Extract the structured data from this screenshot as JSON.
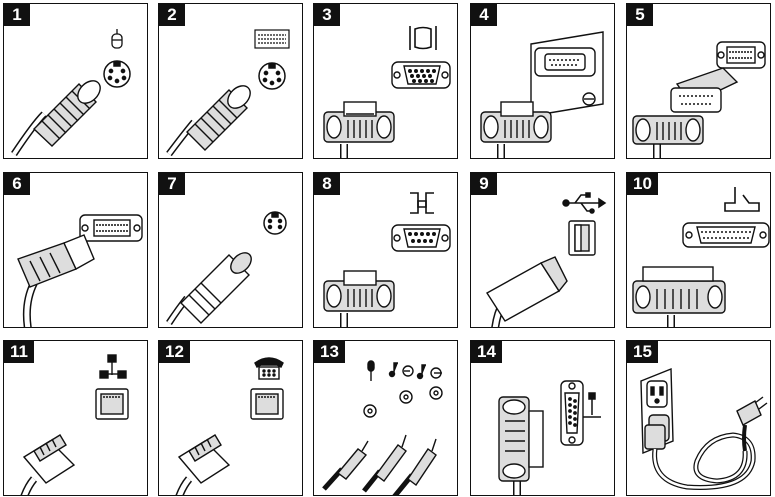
{
  "panels": [
    {
      "number": "1"
    },
    {
      "number": "2"
    },
    {
      "number": "3"
    },
    {
      "number": "4"
    },
    {
      "number": "5"
    },
    {
      "number": "6"
    },
    {
      "number": "7"
    },
    {
      "number": "8"
    },
    {
      "number": "9"
    },
    {
      "number": "10"
    },
    {
      "number": "11"
    },
    {
      "number": "12"
    },
    {
      "number": "13"
    },
    {
      "number": "14"
    },
    {
      "number": "15"
    }
  ],
  "icons": [
    "mouse-icon",
    "keyboard-icon",
    "monitor-icon",
    "vga-adapter-icon",
    "dvi-adapter-icon",
    "dvi-icon",
    "s-video-icon",
    "serial-icon",
    "usb-icon",
    "printer-icon",
    "ethernet-icon",
    "phone-icon",
    "audio-icon",
    "joystick-icon",
    "power-icon"
  ]
}
